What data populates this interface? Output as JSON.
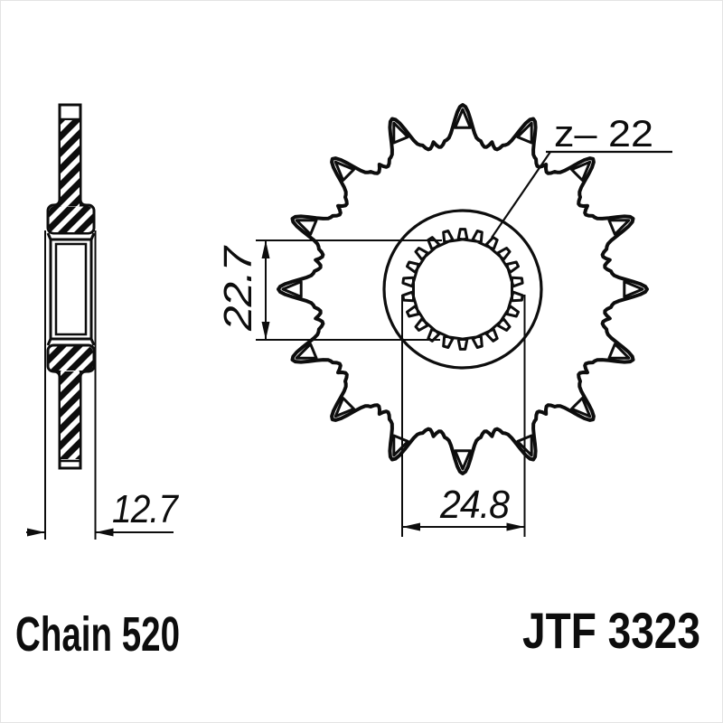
{
  "part": {
    "code": "JTF 3323",
    "chain": "Chain 520",
    "teeth_count": 22
  },
  "annotations": {
    "teeth_label": "z– 22",
    "dim_side_height": "22.7",
    "dim_bore_width": "24.8",
    "dim_hub_width": "12.7"
  },
  "colors": {
    "ink": "#0d0d0d",
    "background": "#ffffff",
    "frame": "#e3e3e3"
  }
}
